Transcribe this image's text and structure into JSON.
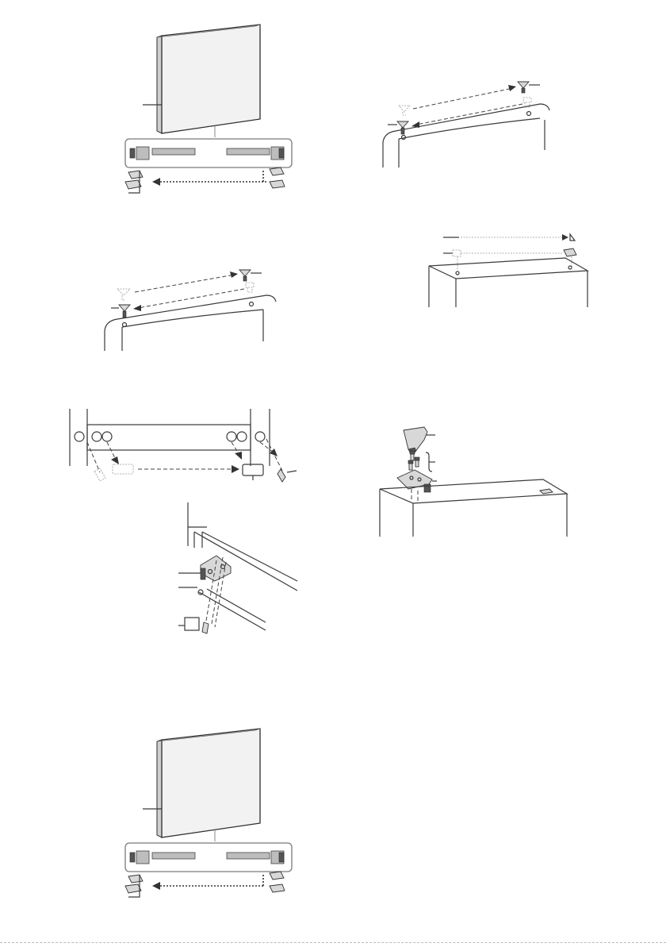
{
  "page": {
    "figures": [
      {
        "id": "fig-1",
        "depicts": "door-bottom-hinge-cover-swap"
      },
      {
        "id": "fig-2",
        "depicts": "door-top-plug-swap"
      },
      {
        "id": "fig-3",
        "depicts": "hinge-plate-plug-swap"
      },
      {
        "id": "fig-4",
        "depicts": "middle-hinge-mounting"
      },
      {
        "id": "fig-5",
        "depicts": "door-top-plug-swap"
      },
      {
        "id": "fig-6",
        "depicts": "cabinet-top-cover-swap"
      },
      {
        "id": "fig-7",
        "depicts": "top-hinge-and-cover-mounting"
      },
      {
        "id": "fig-8",
        "depicts": "door-bottom-hinge-cover-swap"
      }
    ],
    "colors": {
      "line": "#3a3a3a",
      "door_fill": "#f2f2f2",
      "panel_border": "#7a7a7a"
    }
  }
}
